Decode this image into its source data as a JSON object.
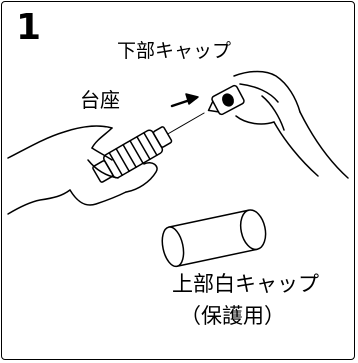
{
  "step_number": "1",
  "labels": {
    "lower_cap": "下部キャップ",
    "base": "台座",
    "upper_cap": "上部白キャップ",
    "protection": "（保護用）"
  }
}
